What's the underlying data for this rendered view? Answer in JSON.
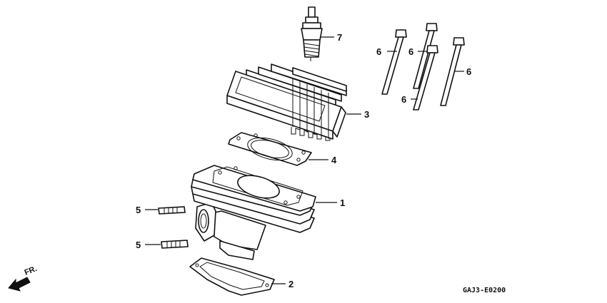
{
  "callouts": {
    "c1": "1",
    "c2": "2",
    "c3": "3",
    "c4": "4",
    "c5a": "5",
    "c5b": "5",
    "c6a": "6",
    "c6b": "6",
    "c6c": "6",
    "c6d": "6",
    "c7": "7"
  },
  "direction_label": "FR.",
  "diagram_code": "GAJ3-E0200"
}
